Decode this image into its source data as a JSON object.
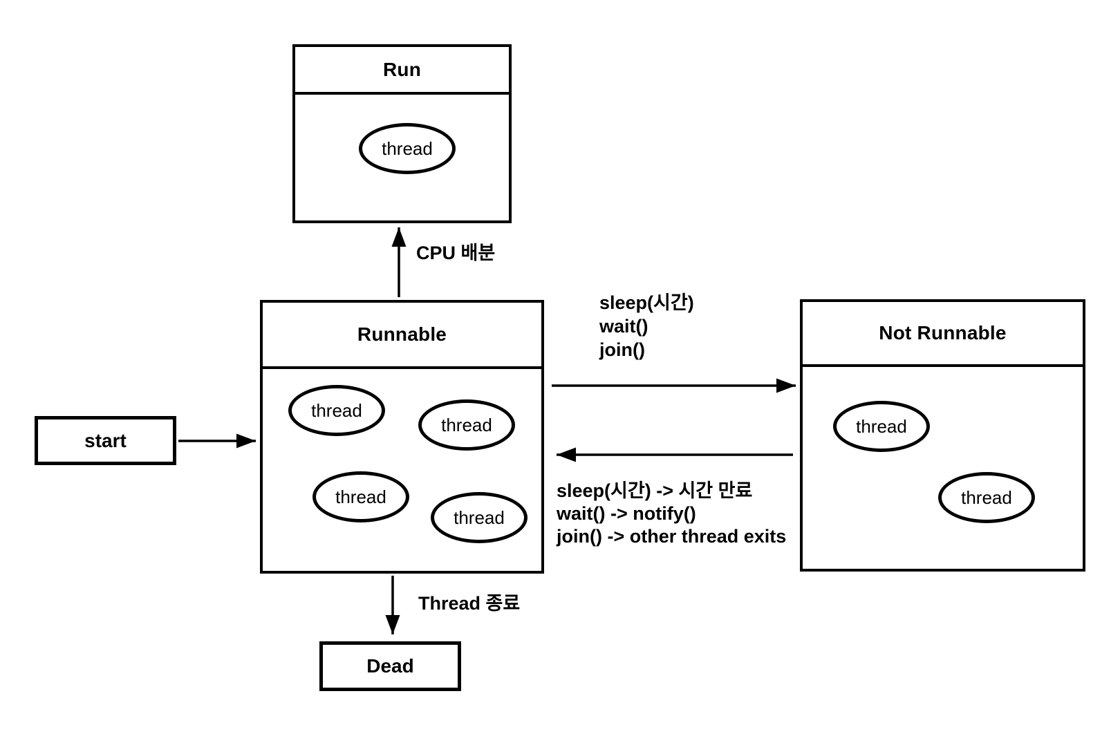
{
  "diagram": {
    "background_color": "#ffffff",
    "line_color": "#000000",
    "states": {
      "run": {
        "title": "Run",
        "threads": [
          "thread"
        ]
      },
      "runnable": {
        "title": "Runnable",
        "threads": [
          "thread",
          "thread",
          "thread",
          "thread"
        ]
      },
      "not_runnable": {
        "title": "Not Runnable",
        "threads": [
          "thread",
          "thread"
        ]
      },
      "start": {
        "label": "start"
      },
      "dead": {
        "label": "Dead"
      }
    },
    "transitions": {
      "cpu_allocation": {
        "label": "CPU 배분"
      },
      "runnable_to_not_runnable": {
        "line1": "sleep(시간)",
        "line2": "wait()",
        "line3": "join()"
      },
      "not_runnable_to_runnable": {
        "line1": "sleep(시간) -> 시간 만료",
        "line2": "wait() -> notify()",
        "line3": "join() -> other thread exits"
      },
      "thread_terminate": {
        "label": "Thread 종료"
      }
    }
  }
}
